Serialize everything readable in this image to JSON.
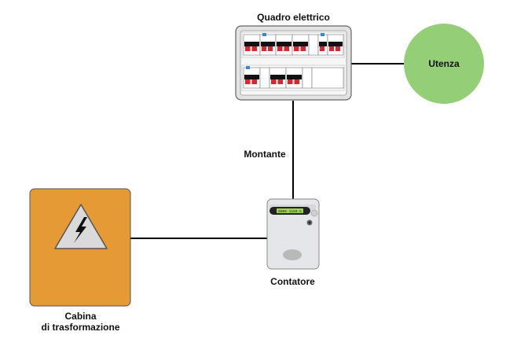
{
  "labels": {
    "panel": "Quadro elettrico",
    "riser": "Montante",
    "user": "Utenza",
    "meter": "Contatore",
    "cabin_line1": "Cabina",
    "cabin_line2": "di trasformazione"
  },
  "meter_display": "0000 1150.5",
  "icons": {
    "cabin": "high-voltage-warning-icon",
    "panel": "electrical-panel-icon",
    "meter": "electricity-meter-icon",
    "user": "user-circle-icon"
  },
  "colors": {
    "cabin_fill": "#E59A35",
    "cabin_stroke": "#555555",
    "user_fill": "#94CF78",
    "wire": "#000000",
    "breaker_red": "#D9252B",
    "breaker_label_blue": "#3C86C5"
  }
}
